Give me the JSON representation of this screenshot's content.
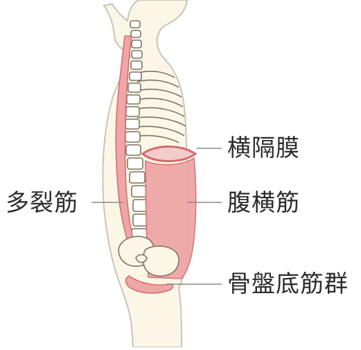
{
  "labels": {
    "diaphragm": "横隔膜",
    "multifidus": "多裂筋",
    "transversus_abdominis": "腹横筋",
    "pelvic_floor": "骨盤底筋群"
  },
  "colors": {
    "skin": "#fbf6e6",
    "body_outline": "#c9c4b4",
    "muscle_fill": "#eea6a6",
    "muscle_stroke": "#d66a6a",
    "spine_stroke": "#7c7466",
    "leader_line": "#8a8a8a",
    "text": "#2b2b2b"
  },
  "icons": {
    "figure": "human-torso-side-view"
  }
}
